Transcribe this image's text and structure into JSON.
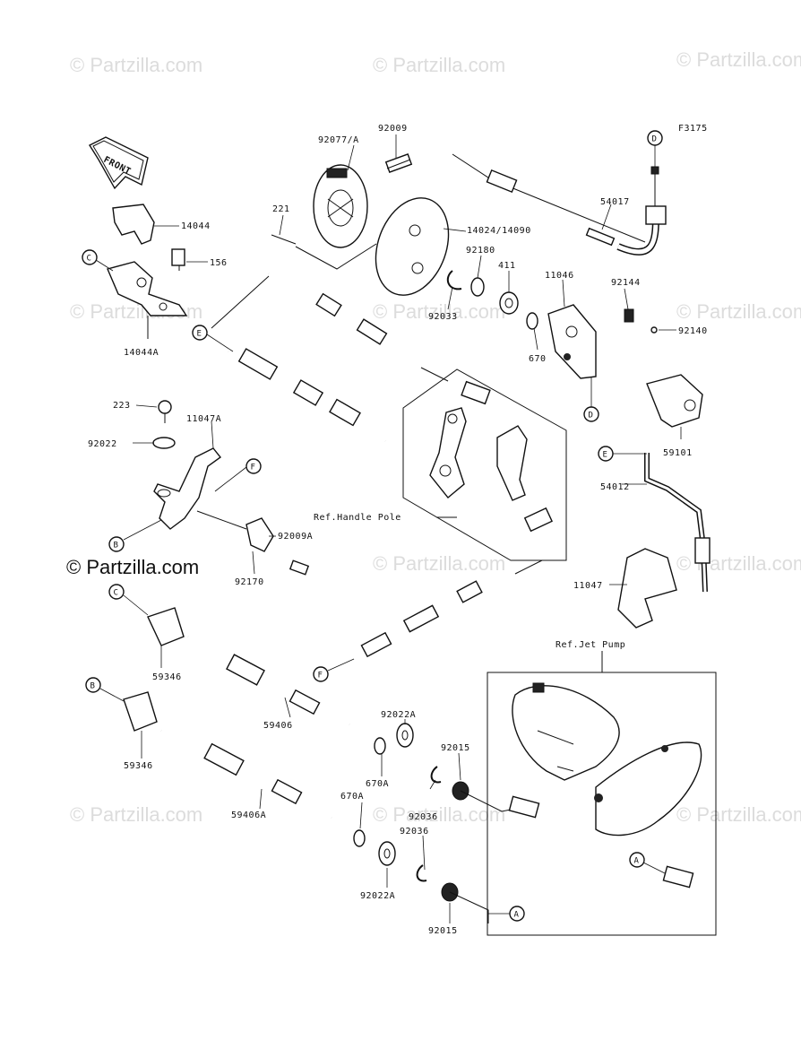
{
  "watermarks": [
    "© Partzilla.com"
  ],
  "watermark_main": "© Partzilla.com",
  "diagram_code": "F3175",
  "front_label": "FRONT",
  "ref_labels": {
    "handle_pole": "Ref.Handle Pole",
    "jet_pump": "Ref.Jet Pump"
  },
  "parts": {
    "p92009": "92009",
    "p92077A": "92077/A",
    "p221": "221",
    "p14024": "14024/14090",
    "p92180": "92180",
    "p411": "411",
    "p92033": "92033",
    "p11046": "11046",
    "p92144": "92144",
    "p92140": "92140",
    "p670": "670",
    "p54017": "54017",
    "p14044": "14044",
    "p156": "156",
    "p14044A": "14044A",
    "p223": "223",
    "p11047A": "11047A",
    "p92022": "92022",
    "p92009A": "92009A",
    "p92170": "92170",
    "p59101": "59101",
    "p54012": "54012",
    "p11047": "11047",
    "p59346a": "59346",
    "p59346b": "59346",
    "p59406": "59406",
    "p59406A": "59406A",
    "p92022Aa": "92022A",
    "p92022Ab": "92022A",
    "p670Aa": "670A",
    "p670Ab": "670A",
    "p92015a": "92015",
    "p92015b": "92015",
    "p92036a": "92036",
    "p92036b": "92036"
  },
  "callouts": {
    "A": "A",
    "B": "B",
    "C": "C",
    "D": "D",
    "E": "E",
    "F": "F"
  }
}
